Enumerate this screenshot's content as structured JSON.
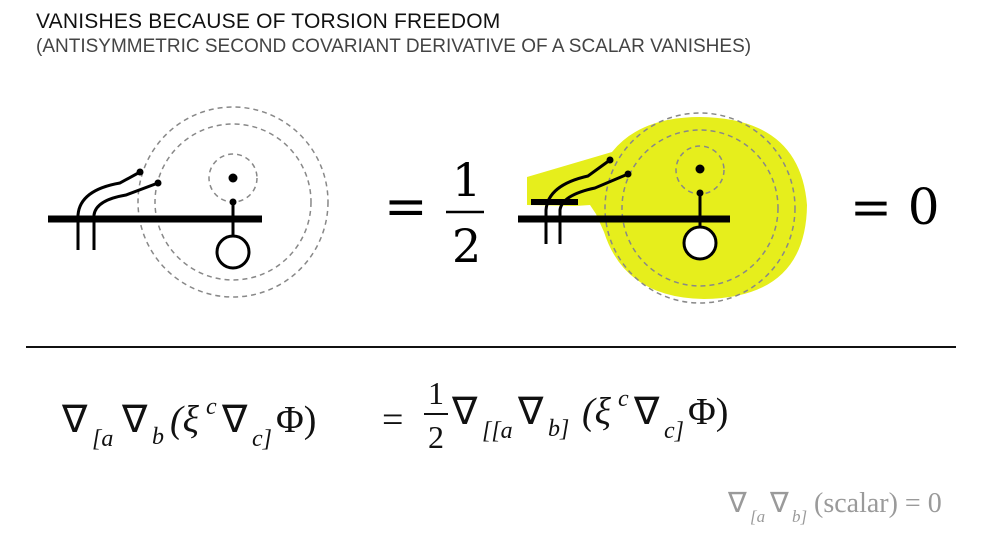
{
  "header": {
    "title": "VANISHES BECAUSE OF TORSION FREEDOM",
    "subtitle": "(ANTISYMMETRIC SECOND COVARIANT DERIVATIVE OF A SCALAR VANISHES)"
  },
  "diagram": {
    "eq1": "=",
    "frac_num": "1",
    "frac_den": "2",
    "eq2": "= 0",
    "highlight_color": "#e6ee1c",
    "ink_color": "#000000",
    "dash_color": "#888888"
  },
  "formula": {
    "lhs_nabla1": "∇",
    "lhs_sub1": "[a",
    "lhs_nabla2": "∇",
    "lhs_sub2": "b",
    "lhs_paren": "(ξ",
    "lhs_sup": "c",
    "lhs_nabla3": "∇",
    "lhs_sub3": "c]",
    "lhs_phi": "Φ)",
    "eq": "=",
    "frac_num": "1",
    "frac_den": "2",
    "rhs_nabla1": "∇",
    "rhs_sub1": "[[a",
    "rhs_nabla2": "∇",
    "rhs_sub2": "b]",
    "rhs_paren": "(ξ",
    "rhs_sup": "c",
    "rhs_nabla3": "∇",
    "rhs_sub3": "c]",
    "rhs_phi": "Φ)"
  },
  "footnote": {
    "nabla1": "∇",
    "sub1": "[a",
    "nabla2": "∇",
    "sub2": "b]",
    "rest": "(scalar) = 0"
  }
}
